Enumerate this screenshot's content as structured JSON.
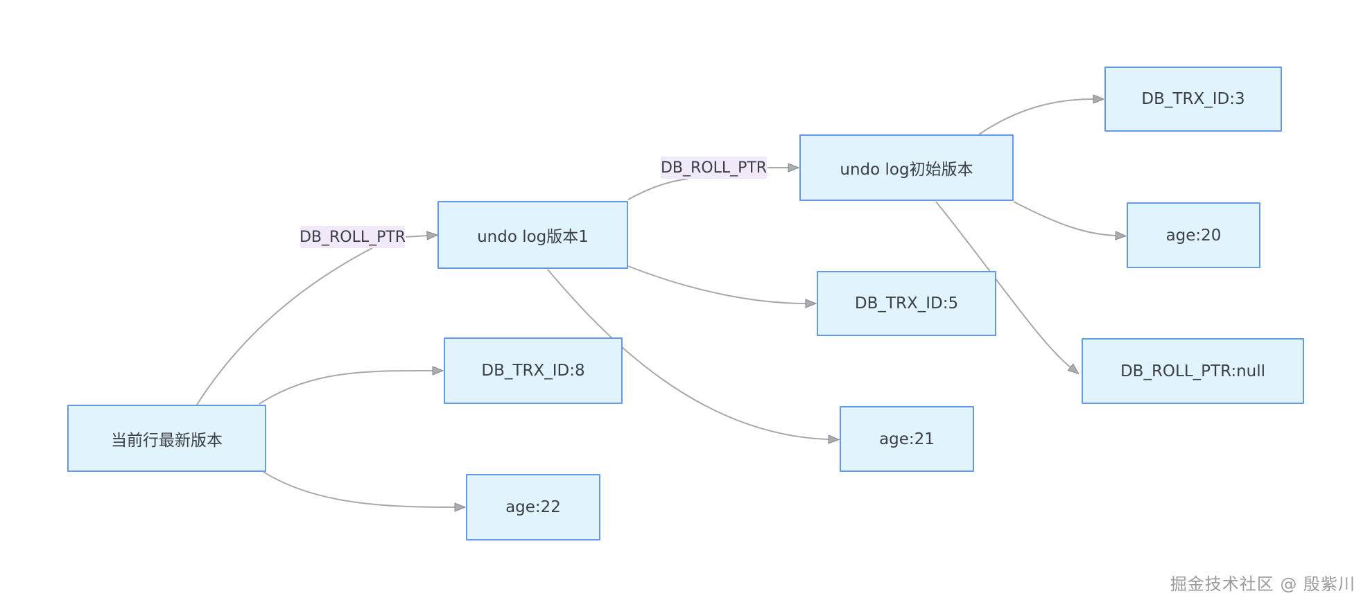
{
  "diagram": {
    "colors": {
      "background": "#ffffff",
      "node_fill": "#e1f3fd",
      "node_border": "#6698ea",
      "pointer_label_fill": "#f2e9f8",
      "edge": "#a8a8a8",
      "arrow_fill": "#a9adb2",
      "arrow_stroke": "#85888c",
      "text": "#3b3f45",
      "watermark": "#9b9b9b"
    },
    "nodes": [
      {
        "id": "current-row",
        "label": "当前行最新版本"
      },
      {
        "id": "trx8",
        "label": "DB_TRX_ID:8"
      },
      {
        "id": "age22",
        "label": "age:22"
      },
      {
        "id": "undo-v1",
        "label": "undo log版本1"
      },
      {
        "id": "trx5",
        "label": "DB_TRX_ID:5"
      },
      {
        "id": "age21",
        "label": "age:21"
      },
      {
        "id": "undo-v0",
        "label": "undo log初始版本"
      },
      {
        "id": "trx3",
        "label": "DB_TRX_ID:3"
      },
      {
        "id": "age20",
        "label": "age:20"
      },
      {
        "id": "rollptr-null",
        "label": "DB_ROLL_PTR:null"
      }
    ],
    "pointer_labels": [
      {
        "id": "ptr1",
        "label": "DB_ROLL_PTR"
      },
      {
        "id": "ptr2",
        "label": "DB_ROLL_PTR"
      }
    ],
    "edges": [
      {
        "from": "current-row",
        "to": "trx8"
      },
      {
        "from": "current-row",
        "to": "age22"
      },
      {
        "from": "current-row",
        "to": "undo-v1",
        "label": "DB_ROLL_PTR"
      },
      {
        "from": "undo-v1",
        "to": "trx5"
      },
      {
        "from": "undo-v1",
        "to": "age21"
      },
      {
        "from": "undo-v1",
        "to": "undo-v0",
        "label": "DB_ROLL_PTR"
      },
      {
        "from": "undo-v0",
        "to": "trx3"
      },
      {
        "from": "undo-v0",
        "to": "age20"
      },
      {
        "from": "undo-v0",
        "to": "rollptr-null"
      }
    ],
    "watermark": "掘金技术社区 @ 殷紫川"
  }
}
